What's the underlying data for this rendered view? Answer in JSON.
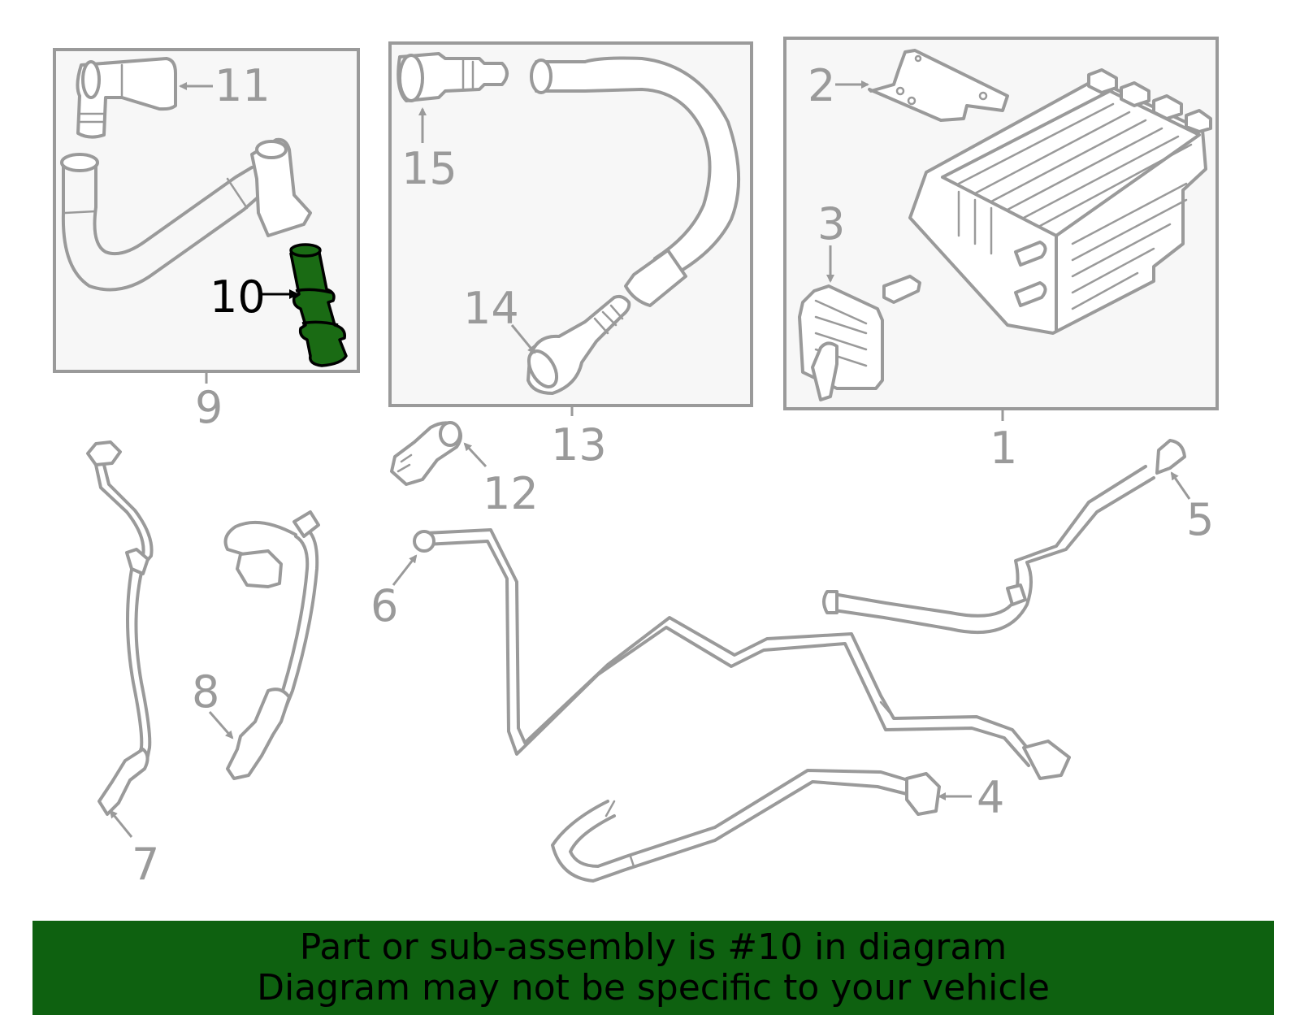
{
  "diagram": {
    "highlight_color": "#1a6b14",
    "footer_color": "#0e6110",
    "callouts": {
      "c1": "1",
      "c2": "2",
      "c3": "3",
      "c4": "4",
      "c5": "5",
      "c6": "6",
      "c7": "7",
      "c8": "8",
      "c9": "9",
      "c10": "10",
      "c11": "11",
      "c12": "12",
      "c13": "13",
      "c14": "14",
      "c15": "15"
    },
    "highlighted_part": "10"
  },
  "footer": {
    "line1": "Part or sub-assembly is #10 in diagram",
    "line2": "Diagram may not be specific to your vehicle"
  }
}
